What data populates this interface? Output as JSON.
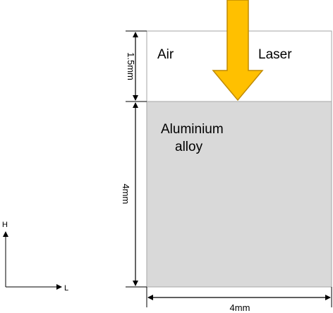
{
  "diagram": {
    "regions": {
      "air_label": "Air",
      "laser_label": "Laser",
      "alloy_label_line1": "Aluminium",
      "alloy_label_line2": "alloy"
    },
    "dimensions": {
      "air_height": "1.5mm",
      "alloy_height": "4mm",
      "width": "4mm"
    },
    "axes": {
      "vertical": "H",
      "horizontal": "L"
    },
    "colors": {
      "air_fill": "#ffffff",
      "alloy_fill": "#d9d9d9",
      "laser_fill": "#ffc000",
      "laser_stroke": "#c08a00",
      "outline": "#a6a6a6",
      "dimension_line": "#000000"
    }
  }
}
